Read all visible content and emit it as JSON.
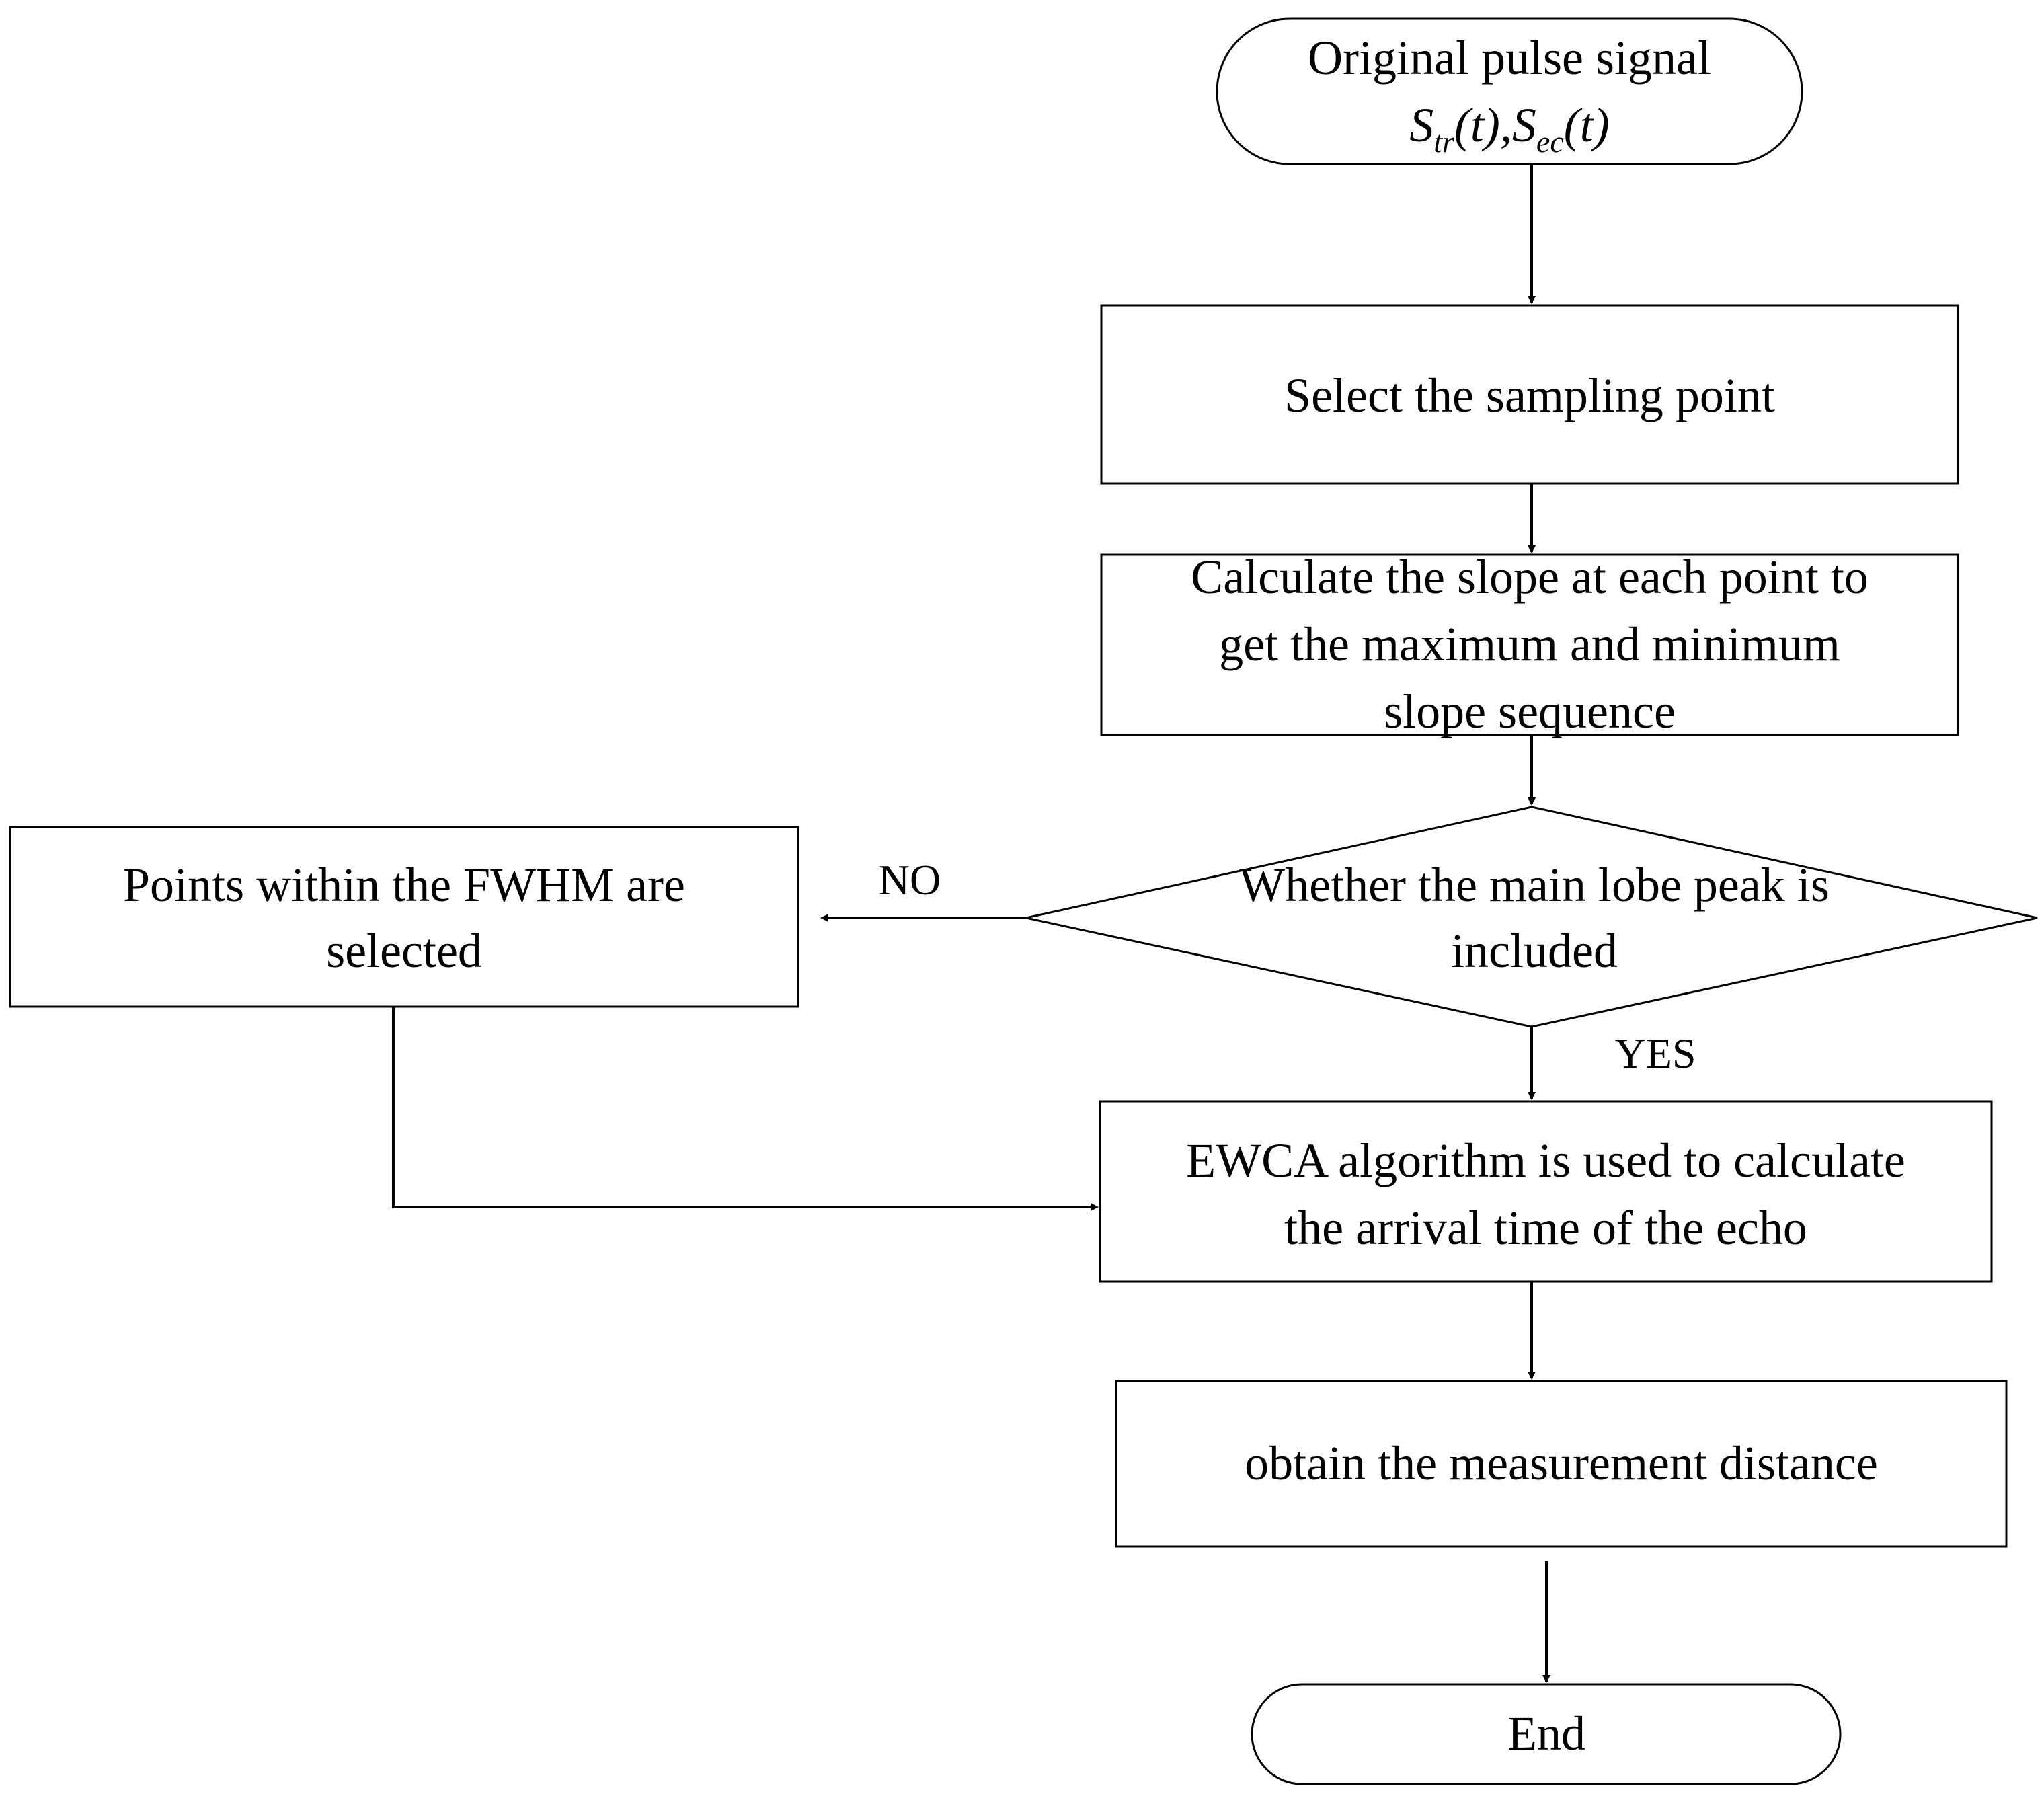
{
  "flowchart": {
    "start": {
      "line1": "Original pulse signal",
      "formula": {
        "s1": "S",
        "s1_sub": "tr",
        "s1_arg": "(t)",
        "sep": ",",
        "s2": "S",
        "s2_sub": "ec",
        "s2_arg": "(t)"
      }
    },
    "select_box": [
      "Select the sampling point"
    ],
    "slope_box": [
      "Calculate the slope at each point to",
      "get the maximum and minimum",
      "slope sequence"
    ],
    "decision": [
      "Whether the main lobe peak is",
      "included"
    ],
    "fwhm_box": [
      "Points within the FWHM are",
      "selected"
    ],
    "ewca_box": [
      "EWCA algorithm is used to calculate",
      "the arrival time of the echo"
    ],
    "obtain_box": [
      "obtain the measurement distance"
    ],
    "end": "End",
    "labels": {
      "no": "NO",
      "yes": "YES"
    }
  }
}
